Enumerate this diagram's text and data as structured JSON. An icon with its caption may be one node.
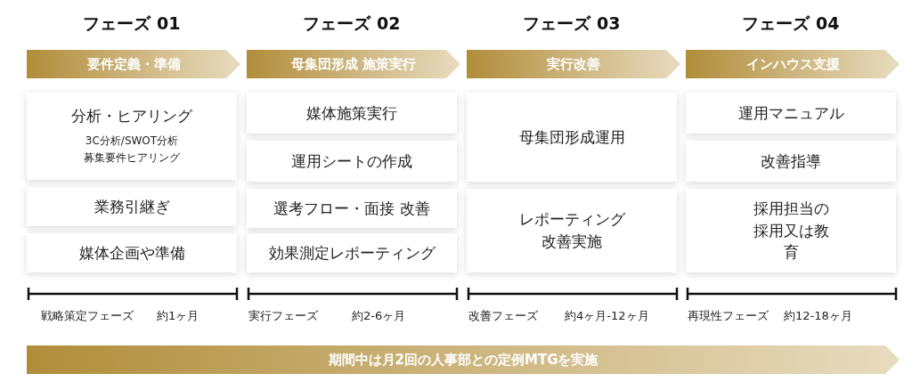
{
  "diagram": {
    "nodes": [
      {
        "text": [
          "要件定義・準備"
        ]
      },
      {
        "text": [
          "分析・ヒアリング",
          "3C分析/SWOT分析募集要件ヒアリング"
        ]
      },
      {
        "text": [
          "業務引継ぎ"
        ]
      },
      {
        "text": [
          "媒体企画や準備"
        ]
      },
      {
        "text": [
          "母集団形成 施策実行"
        ]
      },
      {
        "text": [
          "媒体施策実行"
        ]
      },
      {
        "text": [
          "運用シートの作成"
        ]
      },
      {
        "text": [
          "選考フロー・面接 改善"
        ]
      },
      {
        "text": [
          "効果測定レポーティング"
        ]
      },
      {
        "text": [
          "実行改善"
        ]
      },
      {
        "text": [
          "母集団形成運用"
        ]
      },
      {
        "text": [
          "レポーティング改善実施"
        ]
      },
      {
        "text": [
          "インハウス支援"
        ]
      },
      {
        "text": [
          "運用マニュアル"
        ]
      },
      {
        "text": [
          "改善指導"
        ]
      },
      {
        "text": [
          "採用担当の採用又は教育"
        ]
      },
      {
        "text": [
          "期間中は月2回の人事部との定例MTGを実施"
        ]
      }
    ],
    "edges": [],
    "labels": [
      "フェーズ 01",
      "フェーズ 02",
      "フェーズ 03",
      "フェーズ 04",
      "戦略策定フェーズ",
      "約1ヶ月",
      "実行フェーズ",
      "約2-6ヶ月",
      "改善フェーズ",
      "約4ヶ月-12ヶ月",
      "再現性フェーズ",
      "約12-18ヶ月"
    ]
  }
}
